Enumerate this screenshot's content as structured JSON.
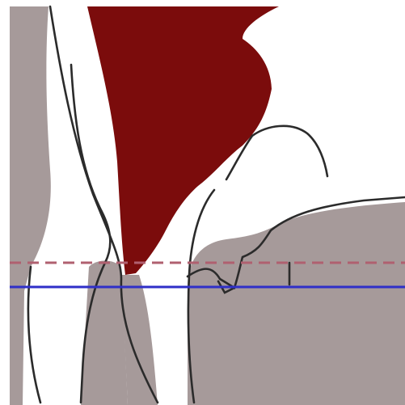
{
  "diagram": {
    "kind": "anatomical illustration",
    "colors": {
      "background": "#ffffff",
      "soft_tissue_gray": "#a69a9a",
      "highlight_region": "#7b0c0c",
      "outline": "#2b2b2b",
      "dashed_line": "#b06070",
      "solid_line": "#2f2fc8"
    },
    "reference_lines": [
      {
        "name": "dashed-reference-line",
        "style": "dashed"
      },
      {
        "name": "solid-reference-line",
        "style": "solid"
      }
    ]
  }
}
